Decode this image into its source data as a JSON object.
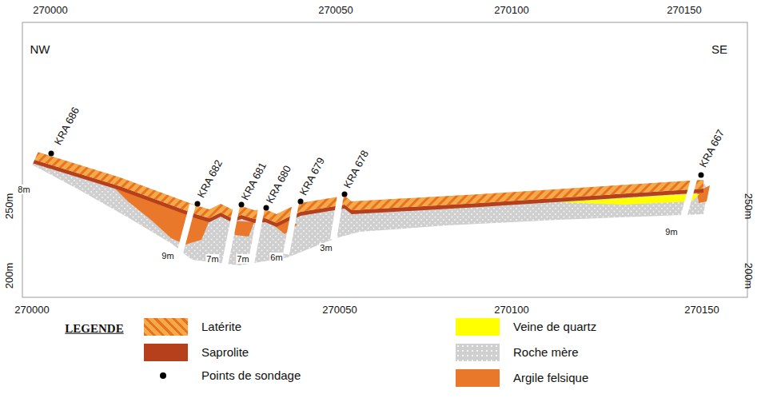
{
  "diagram": {
    "labels": [
      "270000",
      "270050",
      "270100",
      "270150",
      "NW",
      "SE",
      "KRA 686",
      "KRA 682",
      "KRA 681",
      "KRA 680",
      "KRA 679",
      "KRA 678",
      "KRA 667",
      "8m",
      "9m",
      "7m",
      "7m",
      "6m",
      "3m",
      "9m",
      "250m",
      "200m",
      "250m",
      "200m",
      "270000",
      "270050",
      "270100",
      "270150",
      "LEGENDE"
    ],
    "legend": [
      {
        "text": "Latérite"
      },
      {
        "text": "Saprolite",
        "color": "#b5401b"
      },
      {
        "text": "Points de sondage"
      },
      {
        "text": "Veine de quartz",
        "color": "#ffff00"
      },
      {
        "text": "Roche mère"
      },
      {
        "text": "Argile felsique",
        "color": "#e9782a"
      }
    ]
  }
}
